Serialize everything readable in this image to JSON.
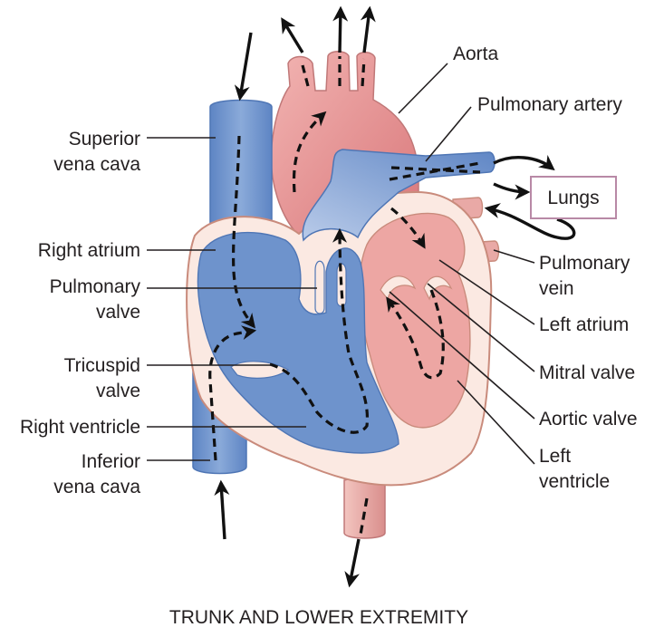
{
  "labels": {
    "aorta": "Aorta",
    "pulmonary_artery": "Pulmonary artery",
    "superior_vena_cava": [
      "Superior",
      "vena cava"
    ],
    "right_atrium": "Right atrium",
    "pulmonary_valve": [
      "Pulmonary",
      "valve"
    ],
    "tricuspid_valve": [
      "Tricuspid",
      "valve"
    ],
    "right_ventricle": "Right ventricle",
    "inferior_vena_cava": [
      "Inferior",
      "vena cava"
    ],
    "lungs": "Lungs",
    "pulmonary_vein": [
      "Pulmonary",
      "vein"
    ],
    "left_atrium": "Left atrium",
    "mitral_valve": "Mitral valve",
    "aortic_valve": "Aortic valve",
    "left_ventricle": [
      "Left",
      "ventricle"
    ],
    "trunk": "TRUNK AND LOWER EXTREMITY"
  },
  "colors": {
    "deoxygenated_blue": "#6e93cc",
    "oxygenated_red": "#e9a3a3",
    "heart_wall": "#fbe9e2",
    "outline": "#c98b7c",
    "lungs_box_border": "#b889a6"
  }
}
